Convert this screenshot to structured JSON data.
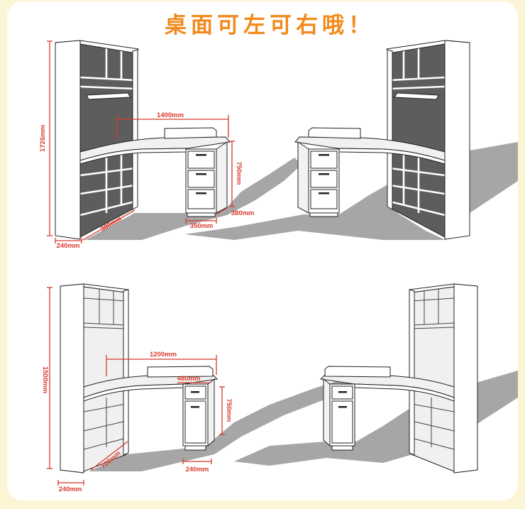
{
  "title": "桌面可左可右哦！",
  "colors": {
    "title": "#f28a1e",
    "dimension": "#d8392b",
    "background": "#fcf5d5",
    "panel": "#ffffff",
    "shadow": "#a6a6a6"
  },
  "views": {
    "top_left": {
      "dims": {
        "total_height": "1726mm",
        "desk_width": "1400mm",
        "desk_height": "750mm",
        "pedestal_depth": "380mm",
        "pedestal_width": "350mm",
        "desk_depth": "380mm",
        "shelf_depth": "240mm"
      }
    },
    "bottom_left": {
      "dims": {
        "total_height": "1500mm",
        "desk_width": "1200mm",
        "pedestal_depth": "480mm",
        "desk_height": "750mm",
        "desk_depth": "700mm",
        "pedestal_width": "240mm",
        "shelf_depth": "240mm"
      }
    }
  }
}
